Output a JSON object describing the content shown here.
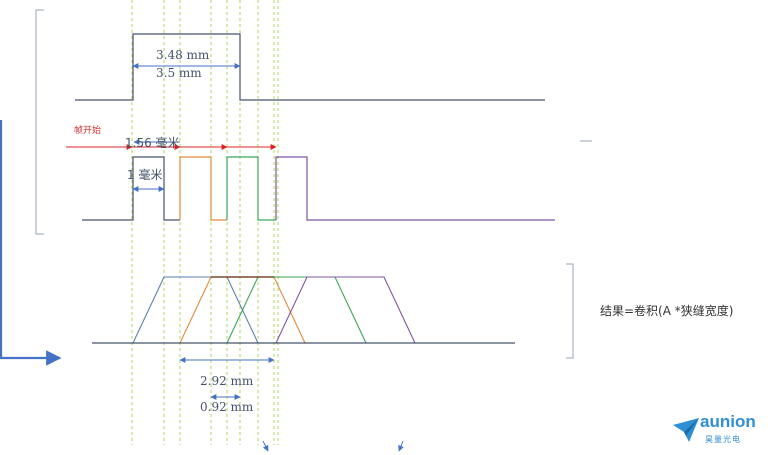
{
  "labels": {
    "top_width_1": "3.48 mm",
    "top_width_2": "3.5 mm",
    "frame_start": "帧开始",
    "pulse_period": "1.56 毫米",
    "pulse_width": "1 毫米",
    "result": "结果=卷积(A *狭缝宽度)",
    "trap_width_1": "2.92 mm",
    "trap_width_2": "0.92 mm"
  },
  "logo": {
    "word": "aunion",
    "sub": "昊量光电"
  },
  "colors": {
    "signal": "#44546a",
    "series_blue": "#5b7fb0",
    "series_orange": "#e08a3c",
    "series_green": "#3aa655",
    "series_purple": "#8055a8",
    "guide": "#9acd32",
    "arrow_red": "#e02020",
    "bracket": "#9aa5b5",
    "accent_blue": "#4472c4"
  }
}
